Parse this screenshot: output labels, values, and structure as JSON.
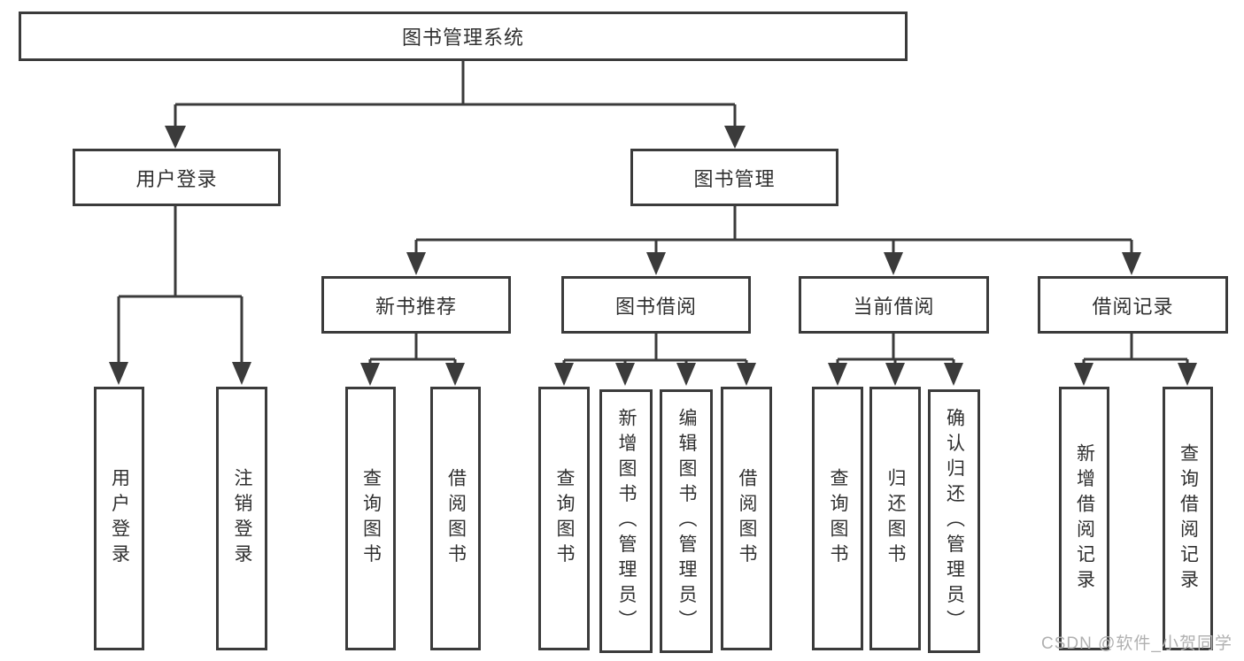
{
  "diagram_title": "图书管理系统",
  "tree": {
    "root": {
      "label": "图书管理系统"
    },
    "branches": [
      {
        "label": "用户登录",
        "children": [
          {
            "label": "用户登录"
          },
          {
            "label": "注销登录"
          }
        ]
      },
      {
        "label": "图书管理",
        "children": [
          {
            "label": "新书推荐",
            "children": [
              {
                "label": "查询图书"
              },
              {
                "label": "借阅图书"
              }
            ]
          },
          {
            "label": "图书借阅",
            "children": [
              {
                "label": "查询图书"
              },
              {
                "label": "新增图书（管理员）"
              },
              {
                "label": "编辑图书（管理员）"
              },
              {
                "label": "借阅图书"
              }
            ]
          },
          {
            "label": "当前借阅",
            "children": [
              {
                "label": "查询图书"
              },
              {
                "label": "归还图书"
              },
              {
                "label": "确认归还（管理员）"
              }
            ]
          },
          {
            "label": "借阅记录",
            "children": [
              {
                "label": "新增借阅记录"
              },
              {
                "label": "查询借阅记录"
              }
            ]
          }
        ]
      }
    ]
  },
  "watermark": {
    "text": "CSDN @软件_小贺同学"
  },
  "colors": {
    "line": "#3b3b3b",
    "box_border": "#3b3b3b",
    "text": "#303030",
    "watermark": "#b0b0b0",
    "background": "#ffffff"
  }
}
